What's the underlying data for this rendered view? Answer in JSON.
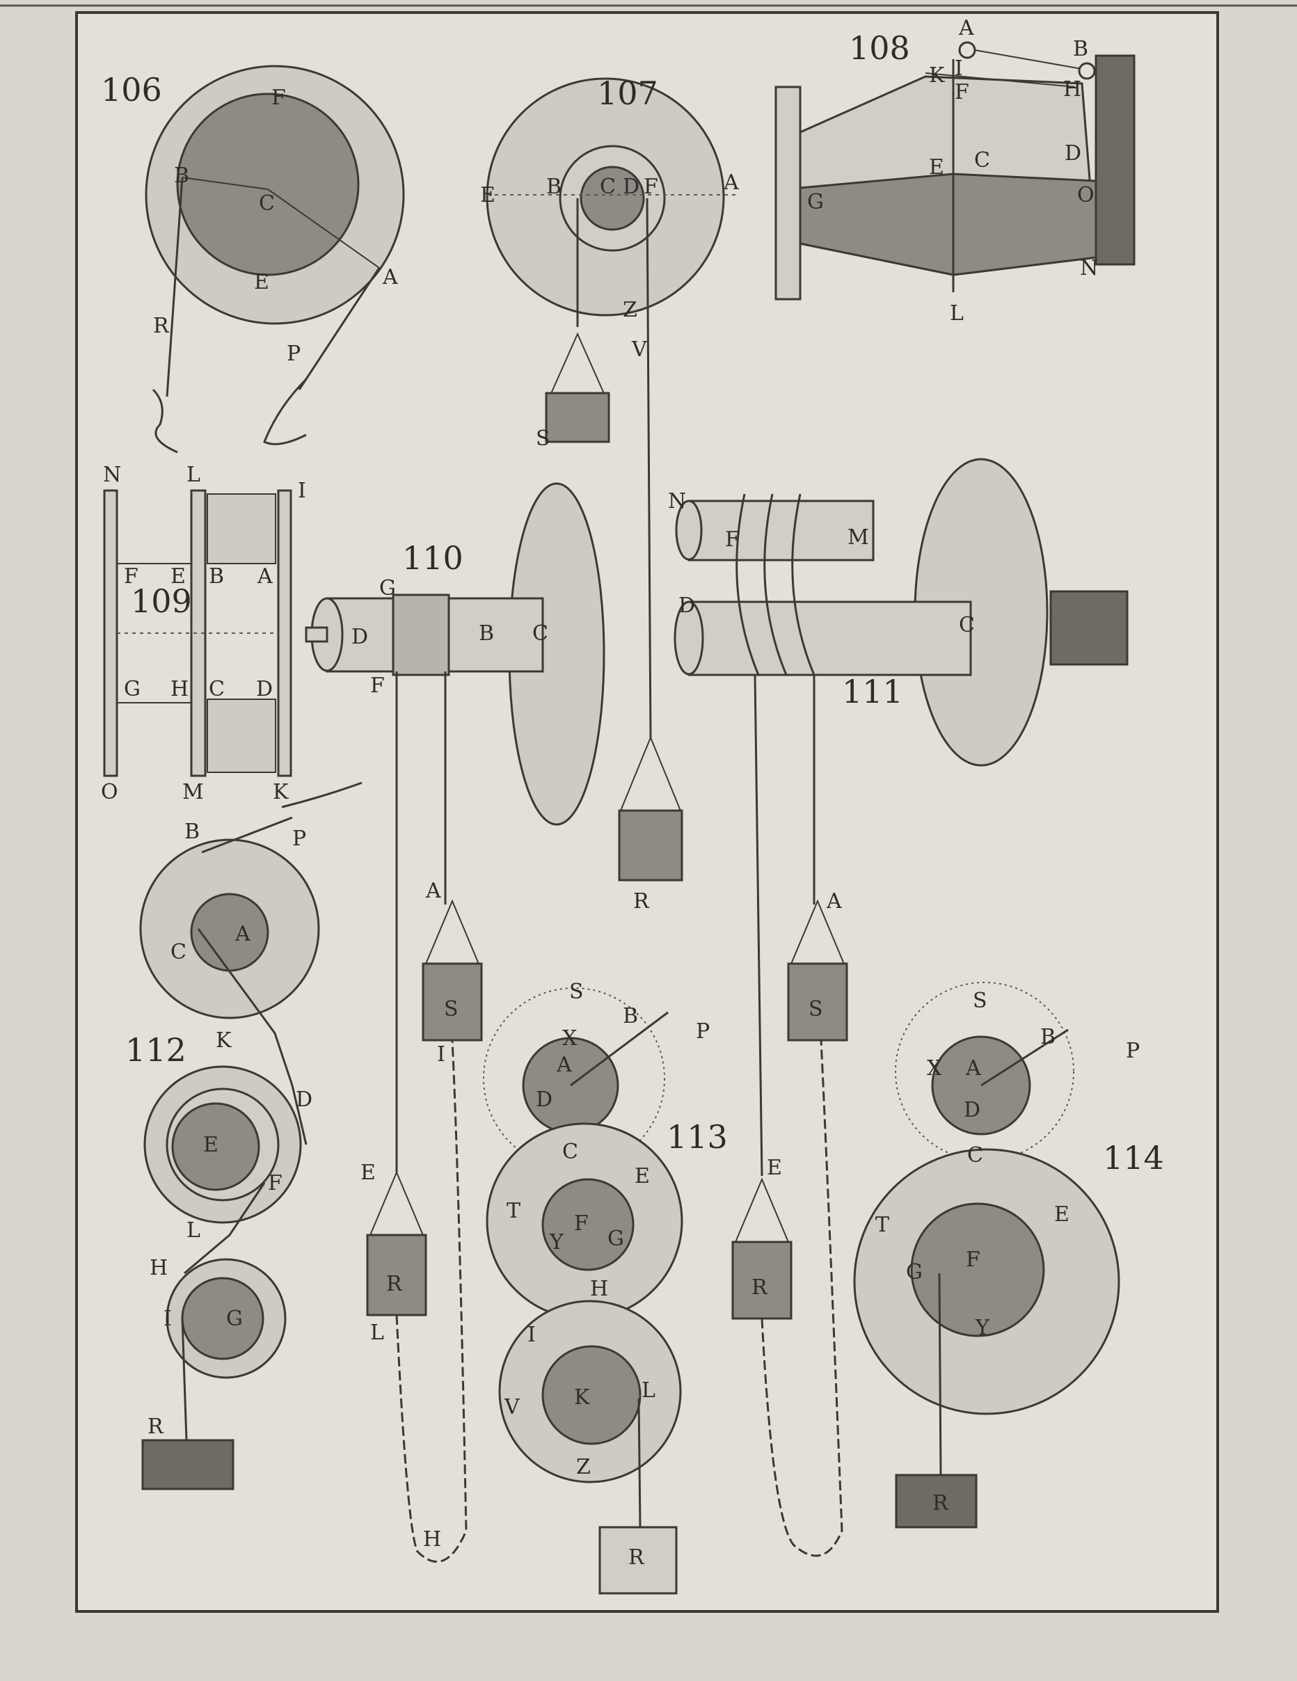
{
  "figures": [
    {
      "number": "106",
      "labels": [
        "F",
        "B",
        "C",
        "E",
        "A",
        "R",
        "P"
      ]
    },
    {
      "number": "107",
      "labels": [
        "E",
        "B",
        "C",
        "D",
        "F",
        "A",
        "Z",
        "V",
        "S"
      ]
    },
    {
      "number": "108",
      "labels": [
        "A",
        "B",
        "K",
        "I",
        "F",
        "H",
        "E",
        "C",
        "D",
        "G",
        "O",
        "N",
        "L"
      ]
    },
    {
      "number": "109",
      "labels": [
        "N",
        "L",
        "I",
        "F",
        "E",
        "B",
        "A",
        "G",
        "H",
        "C",
        "D",
        "O",
        "M",
        "K"
      ]
    },
    {
      "number": "110",
      "labels": [
        "G",
        "D",
        "B",
        "C",
        "F",
        "A",
        "S",
        "I",
        "E",
        "R",
        "L",
        "H"
      ]
    },
    {
      "number": "111",
      "labels": [
        "N",
        "F",
        "M",
        "D",
        "C",
        "A",
        "S",
        "E",
        "R",
        "R"
      ]
    },
    {
      "number": "112",
      "labels": [
        "B",
        "P",
        "A",
        "C",
        "K",
        "D",
        "E",
        "F",
        "L",
        "H",
        "I",
        "G",
        "R"
      ]
    },
    {
      "number": "113",
      "labels": [
        "S",
        "B",
        "P",
        "X",
        "A",
        "D",
        "C",
        "E",
        "T",
        "F",
        "Y",
        "G",
        "H",
        "I",
        "V",
        "K",
        "L",
        "Z",
        "R"
      ]
    },
    {
      "number": "114",
      "labels": [
        "S",
        "B",
        "P",
        "X",
        "A",
        "D",
        "C",
        "E",
        "T",
        "G",
        "F",
        "Y",
        "R"
      ]
    }
  ]
}
